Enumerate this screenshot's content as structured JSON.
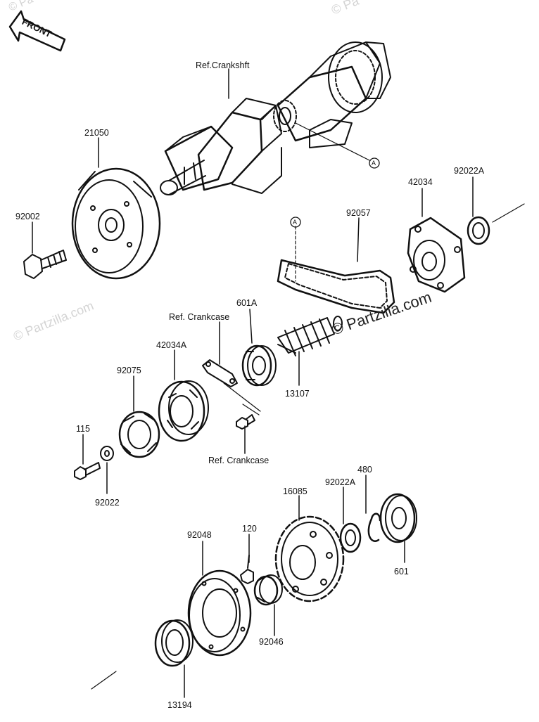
{
  "front_label": "FRONT",
  "watermark": "© Partzilla.com",
  "watermark_short": "© Pa",
  "icons": {
    "front_arrow": "front-arrow-icon",
    "circle_ref": "circle-a-reference-icon"
  },
  "labels": {
    "ref_crankshaft": "Ref.Crankshft",
    "p21050": "21050",
    "p92002": "92002",
    "p42034": "42034",
    "p92022A_top": "92022A",
    "p92057": "92057",
    "circle_a": "A",
    "p601A": "601A",
    "ref_crankcase_1": "Ref. Crankcase",
    "p42034A": "42034A",
    "p92075": "92075",
    "p13107": "13107",
    "p115": "115",
    "p92022": "92022",
    "ref_crankcase_2": "Ref. Crankcase",
    "p480": "480",
    "p92022A_bottom": "92022A",
    "p16085": "16085",
    "p92048": "92048",
    "p120": "120",
    "p601": "601",
    "p92046": "92046",
    "p13194": "13194"
  }
}
